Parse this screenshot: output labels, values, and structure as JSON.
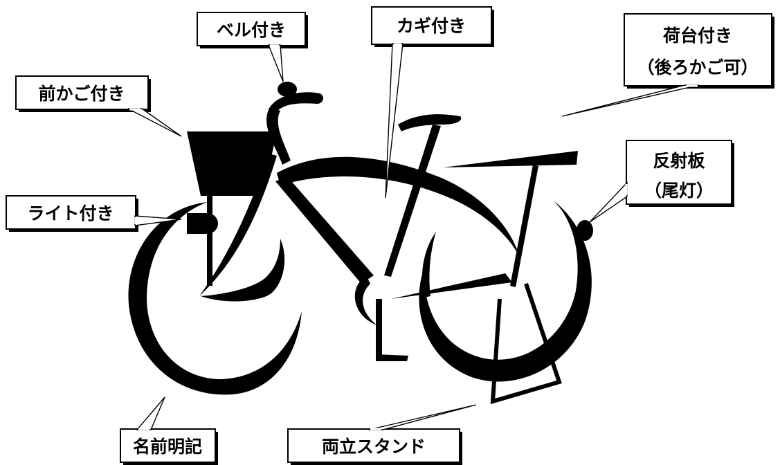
{
  "callouts": {
    "bell": "ベル付き",
    "key": "カギ付き",
    "carrier_line1": "荷台付き",
    "carrier_line2": "（後ろかご可）",
    "front_basket": "前かご付き",
    "reflector_line1": "反射板",
    "reflector_line2": "（尾灯）",
    "light": "ライト付き",
    "name": "名前明記",
    "stand": "両立スタンド"
  },
  "colors": {
    "ink": "#000000",
    "paper": "#ffffff"
  }
}
